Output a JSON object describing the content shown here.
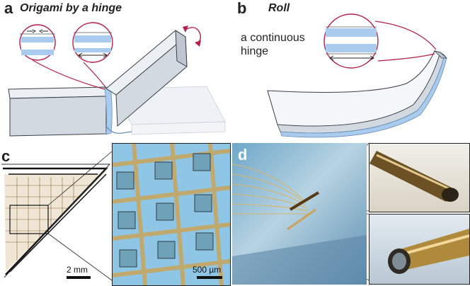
{
  "panels": {
    "a": {
      "letter": "a",
      "title": "Origami by a hinge"
    },
    "b": {
      "letter": "b",
      "title": "Roll",
      "label_line1": "a continuous",
      "label_line2": "hinge"
    },
    "c": {
      "letter": "c",
      "scale_overview": "2 mm",
      "scale_zoom": "500 µm"
    },
    "d": {
      "letter": "d"
    }
  },
  "colors": {
    "hinge_blue": "#a9cbee",
    "block_face": "#d6dbe3",
    "block_top": "#eceff3",
    "callout_red": "#b3204a",
    "photo_blue": "#8fc6e6",
    "gold": "#c9a45a"
  }
}
